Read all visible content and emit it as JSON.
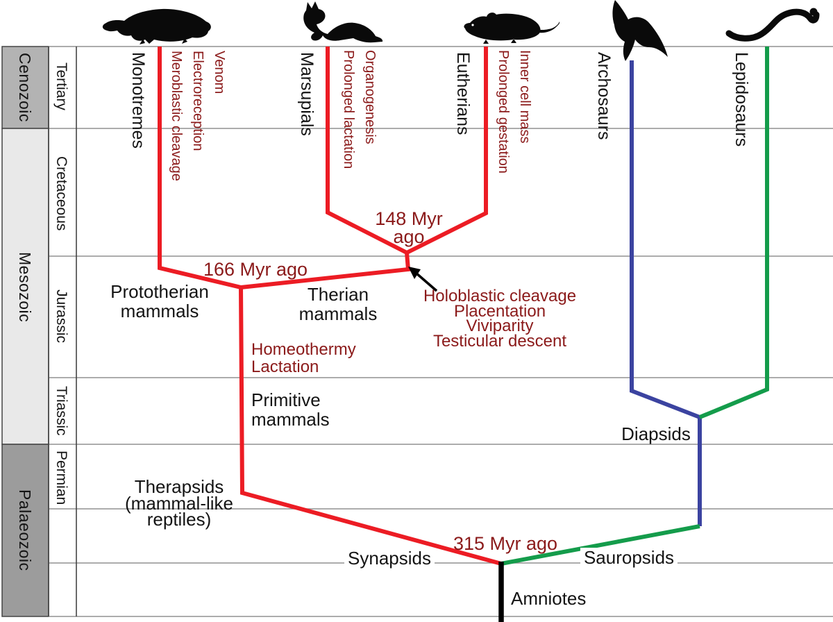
{
  "figure": {
    "type": "phylogenetic-tree",
    "description": "Divergence of mammalian and reptilian lineages against the geological timescale"
  },
  "colors": {
    "branch_red": "#EC1C24",
    "branch_blue": "#3B43A0",
    "branch_green": "#149C4B",
    "branch_black": "#000000",
    "annotation_dark_red": "#8B1A1A",
    "text_black": "#141414",
    "grid_line": "#909090",
    "cell_border": "#444444",
    "era_cenozoic_bg": "#B3B3B3",
    "era_mesozoic_bg": "#E9E9E9",
    "era_palaeozoic_bg": "#9C9C9C",
    "silhouette": "#0A0A0A"
  },
  "timeline": {
    "eras": [
      {
        "label": "Cenozoic"
      },
      {
        "label": "Mesozoic"
      },
      {
        "label": "Palaeozoic"
      }
    ],
    "periods": [
      {
        "label": "Tertiary"
      },
      {
        "label": "Cretaceous"
      },
      {
        "label": "Jurassic"
      },
      {
        "label": "Triassic"
      },
      {
        "label": "Permian"
      }
    ]
  },
  "lineages": [
    {
      "label": "Monotremes",
      "animal": "platypus-icon",
      "traits": "Venom\nElectroreception\nMeroblastic cleavage"
    },
    {
      "label": "Marsupials",
      "animal": "kangaroo-icon",
      "traits": "Organogenesis\nProlonged lactation"
    },
    {
      "label": "Eutherians",
      "animal": "mouse-icon",
      "traits": "Inner cell mass\nProlonged gestation"
    },
    {
      "label": "Archosaurs",
      "animal": "bird-icon",
      "traits": ""
    },
    {
      "label": "Lepidosaurs",
      "animal": "snake-icon",
      "traits": ""
    }
  ],
  "divergence_nodes": {
    "therian_split": "166 Myr ago",
    "marsupial_eutherian_split": "148 Myr\nago",
    "synapsid_sauropsid_split": "315 Myr ago"
  },
  "clades": {
    "prototherian": "Prototherian\nmammals",
    "therian": "Therian\nmammals",
    "primitive": "Primitive\nmammals",
    "therapsids": "Therapsids\n(mammal-like\nreptiles)",
    "synapsids": "Synapsids",
    "sauropsids": "Sauropsids",
    "diapsids": "Diapsids",
    "amniotes": "Amniotes"
  },
  "annotations": {
    "therian_node_traits": "Holoblastic cleavage\nPlacentation\nViviparity\nTesticular descent",
    "mammal_stem_traits": "Homeothermy\nLactation"
  }
}
